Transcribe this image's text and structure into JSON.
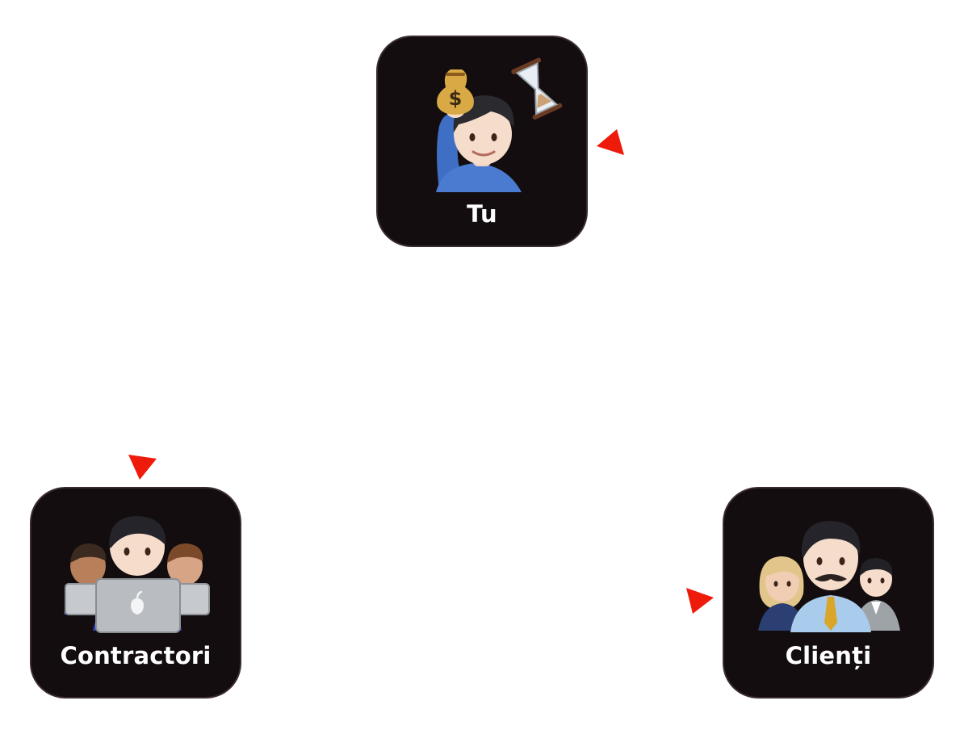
{
  "nodes": {
    "tu": {
      "label": "Tu",
      "icon": "man-raising-hand-with-money-bag-and-hourglass-icon"
    },
    "contractori": {
      "label": "Contractori",
      "icon": "developers-with-laptops-icon"
    },
    "clienti": {
      "label": "Clienți",
      "icon": "group-of-business-people-icon"
    }
  },
  "colors": {
    "card_background": "#130d0f",
    "label_text": "#ffffff",
    "arrowhead": "#ee1b0b",
    "page_background": "#ffffff"
  }
}
